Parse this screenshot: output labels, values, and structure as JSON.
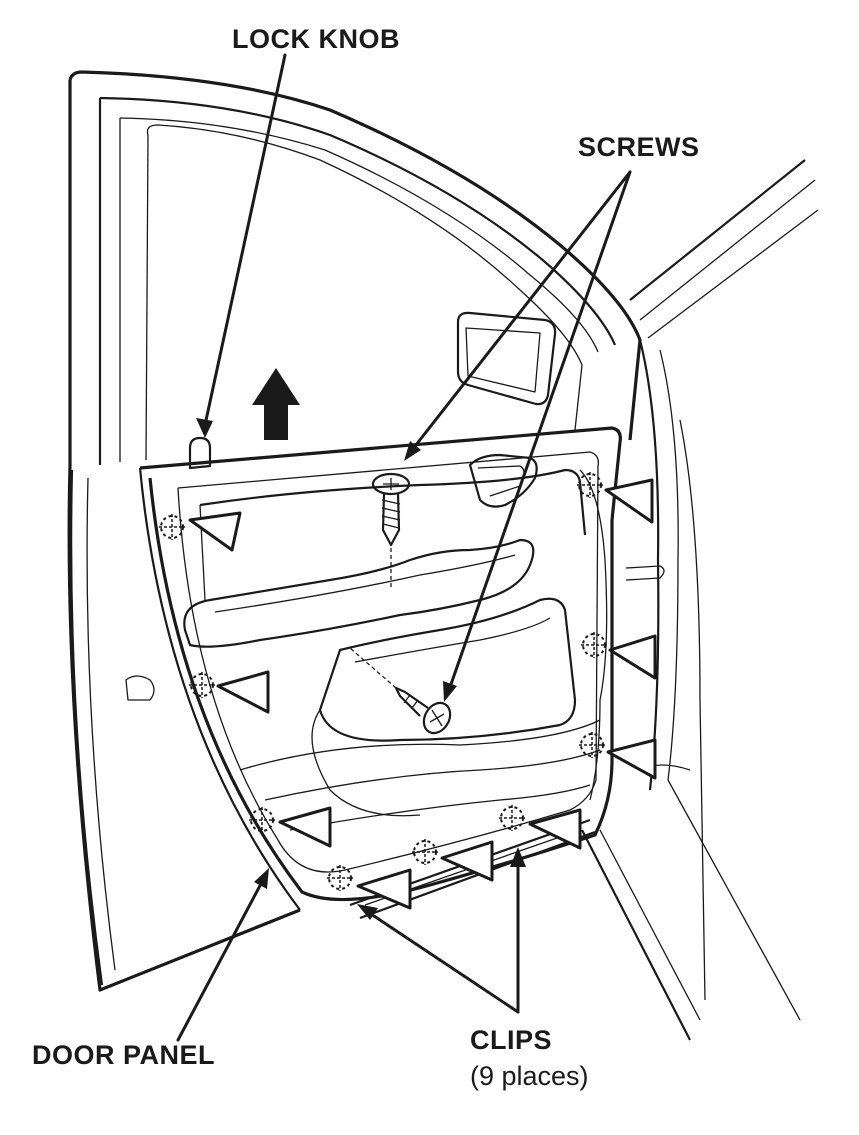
{
  "labels": {
    "lock_knob": "LOCK KNOB",
    "screws": "SCREWS",
    "door_panel": "DOOR PANEL",
    "clips": "CLIPS",
    "clips_count": "(9 places)"
  },
  "colors": {
    "ink": "#1a1a1a",
    "paper": "#ffffff"
  },
  "clips": [
    {
      "id": "clip-left-upper"
    },
    {
      "id": "clip-left-middle"
    },
    {
      "id": "clip-left-lower"
    },
    {
      "id": "clip-bottom-1"
    },
    {
      "id": "clip-bottom-2"
    },
    {
      "id": "clip-bottom-3"
    },
    {
      "id": "clip-right-upper"
    },
    {
      "id": "clip-right-middle"
    },
    {
      "id": "clip-right-lower"
    }
  ]
}
